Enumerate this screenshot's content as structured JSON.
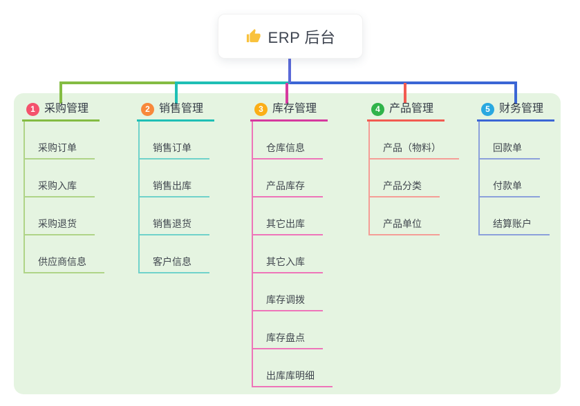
{
  "root_node": {
    "icon": "thumbs-up-icon",
    "title": "ERP 后台"
  },
  "branches": [
    {
      "badge": "1",
      "label": "采购管理",
      "badge_color": "#F4516C",
      "line_color": "#84BC43",
      "child_line_color": "#AFD487",
      "children": [
        "采购订单",
        "采购入库",
        "采购退货",
        "供应商信息"
      ]
    },
    {
      "badge": "2",
      "label": "销售管理",
      "badge_color": "#F8883B",
      "line_color": "#1FBFB5",
      "child_line_color": "#6FD2CA",
      "children": [
        "销售订单",
        "销售出库",
        "销售退货",
        "客户信息"
      ]
    },
    {
      "badge": "3",
      "label": "库存管理",
      "badge_color": "#FBAE17",
      "line_color": "#D63A9F",
      "child_line_color": "#EE74B9",
      "children": [
        "仓库信息",
        "产品库存",
        "其它出库",
        "其它入库",
        "库存调拨",
        "库存盘点",
        "出库库明细"
      ]
    },
    {
      "badge": "4",
      "label": "产品管理",
      "badge_color": "#30B34A",
      "line_color": "#F25B51",
      "child_line_color": "#F59D96",
      "children": [
        "产品（物料）",
        "产品分类",
        "产品单位"
      ]
    },
    {
      "badge": "5",
      "label": "财务管理",
      "badge_color": "#29A8E0",
      "line_color": "#3B66D5",
      "child_line_color": "#8BA0DB",
      "children": [
        "回款单",
        "付款单",
        "结算账户"
      ]
    }
  ],
  "colors": {
    "canvas_bg": "#FFFFFF",
    "panel_bg": "#E5F4E1",
    "root_connector": "#5A69D8",
    "root_title_color": "#3E4450",
    "header_text": "#333A45",
    "child_text": "#41474F",
    "thumb_icon": "#F9C23C"
  }
}
